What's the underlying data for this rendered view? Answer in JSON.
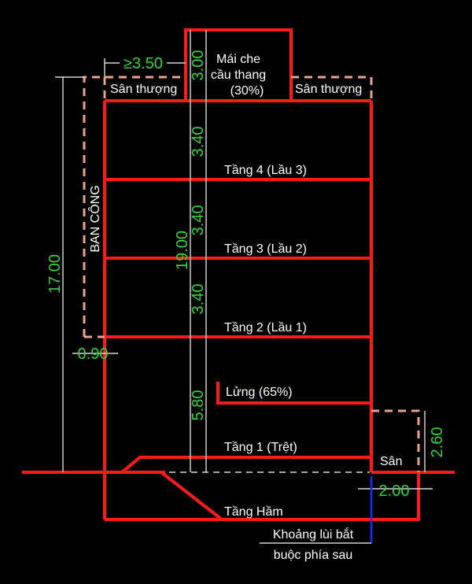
{
  "labels": {
    "stair_roof": [
      "Mái che",
      "cầu thang",
      "(30%)"
    ],
    "terrace_left": "Sân thượng",
    "terrace_right": "Sân thượng",
    "floor4": "Tầng 4 (Lầu 3)",
    "floor3": "Tầng 3 (Lầu 2)",
    "floor2": "Tầng 2 (Lầu 1)",
    "mezzanine": "Lửng (65%)",
    "floor1": "Tầng 1 (Trệt)",
    "yard": "Sân",
    "basement": "Tầng Hầm",
    "balcony": "BAN CÔNG",
    "setback": [
      "Khoảng lùi bắt",
      "buộc phía sau"
    ]
  },
  "dimensions": {
    "roof_setback": "≥3.50",
    "stair_height": "3.00",
    "floor4_height": "3.40",
    "floor3_height": "3.40",
    "floor2_height": "3.40",
    "ground_mezz_height": "5.80",
    "total_height": "19.00",
    "balcony_height": "17.00",
    "balcony_depth": "0.90",
    "yard_wall_height": "2.60",
    "rear_setback": "2.00"
  },
  "colors": {
    "wall": "#ff1a1a",
    "dim": "#35d13a",
    "dashed": "#e8a58c",
    "setback_line": "#1a2cff"
  }
}
